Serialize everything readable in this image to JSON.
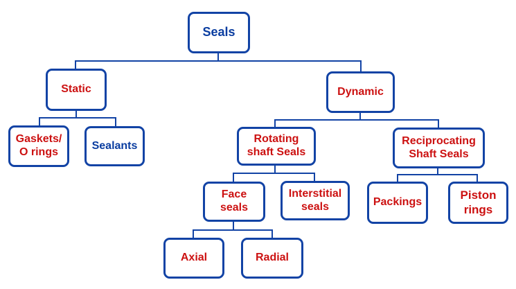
{
  "diagram": {
    "title": "Seals classification tree",
    "type": "tree-diagram"
  },
  "colors": {
    "connector_and_border_blue": "#1243a5",
    "text_blue": "#0a3da0",
    "text_red": "#cc1111",
    "background": "#ffffff"
  },
  "nodes": {
    "seals": {
      "label": "Seals",
      "color": "blue"
    },
    "static": {
      "label": "Static",
      "color": "red"
    },
    "dynamic": {
      "label": "Dynamic",
      "color": "red"
    },
    "gaskets": {
      "label": "Gaskets/\nO rings",
      "color": "red"
    },
    "sealants": {
      "label": "Sealants",
      "color": "blue"
    },
    "rotating": {
      "label": "Rotating\nshaft Seals",
      "color": "red"
    },
    "reciprocating": {
      "label": "Reciprocating\nShaft Seals",
      "color": "red"
    },
    "face": {
      "label": "Face\nseals",
      "color": "red"
    },
    "interstitial": {
      "label": "Interstitial\nseals",
      "color": "red"
    },
    "packings": {
      "label": "Packings",
      "color": "red"
    },
    "piston": {
      "label": "Piston\nrings",
      "color": "red"
    },
    "axial": {
      "label": "Axial",
      "color": "red"
    },
    "radial": {
      "label": "Radial",
      "color": "red"
    }
  },
  "hierarchy": {
    "Seals": {
      "Static": {
        "Gaskets/ O rings": {},
        "Sealants": {}
      },
      "Dynamic": {
        "Rotating shaft Seals": {
          "Face seals": {
            "Axial": {},
            "Radial": {}
          },
          "Interstitial seals": {}
        },
        "Reciprocating Shaft Seals": {
          "Packings": {},
          "Piston rings": {}
        }
      }
    }
  }
}
